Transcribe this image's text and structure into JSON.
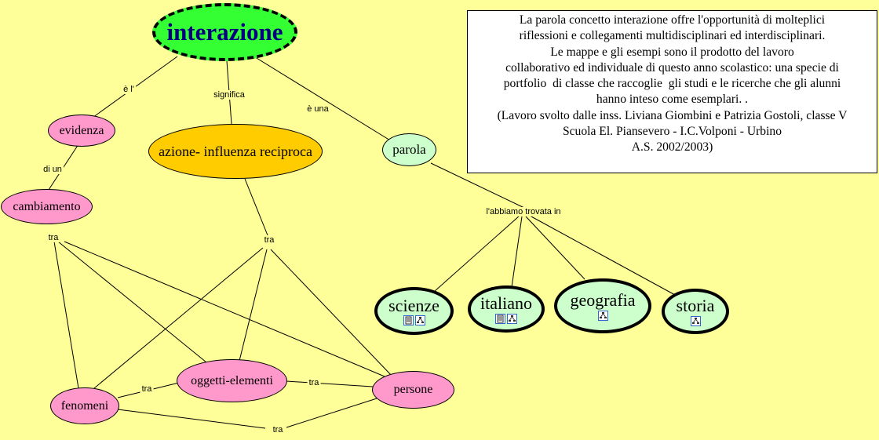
{
  "background_color": "#ffff99",
  "nodes": {
    "interazione": "interazione",
    "evidenza": "evidenza",
    "cambiamento": "cambiamento",
    "azione": "azione- influenza reciproca",
    "parola": "parola",
    "oggetti": "oggetti-elementi",
    "fenomeni": "fenomeni",
    "persone": "persone",
    "scienze": "scienze",
    "italiano": "italiano",
    "geografia": "geografia",
    "storia": "storia"
  },
  "link_labels": {
    "e_l": "è l'",
    "significa": "significa",
    "e_una": "è una",
    "di_un": "di un",
    "tra_cambiamento": "tra",
    "tra_azione": "tra",
    "abbiamo_trovata": "l'abbiamo trovata in",
    "tra_fen_ogg": "tra",
    "tra_ogg_pers": "tra",
    "tra_fen_pers": "tra"
  },
  "note_lines": [
    "La parola concetto interazione offre l'opportunità di molteplici",
    "riflessioni e collegamenti multidisciplinari ed interdisciplinari.",
    "Le mappe e gli esempi sono il prodotto del lavoro",
    "collaborativo ed individuale di questo anno scolastico: una specie di",
    "portfolio  di classe che raccoglie  gli studi e le ricerche che gli alunni",
    "hanno inteso come esemplari. .",
    "(Lavoro svolto dalle inss. Liviana Giombini e Patrizia Gostoli, classe V",
    "Scuola El. Piansevero - I.C.Volponi - Urbino",
    "A.S. 2002/2003)"
  ],
  "icons": {
    "scienze": [
      "document-icon",
      "concept-map-icon"
    ],
    "italiano": [
      "document-icon",
      "concept-map-icon"
    ],
    "geografia": [
      "concept-map-icon"
    ],
    "storia": [
      "concept-map-icon"
    ]
  }
}
